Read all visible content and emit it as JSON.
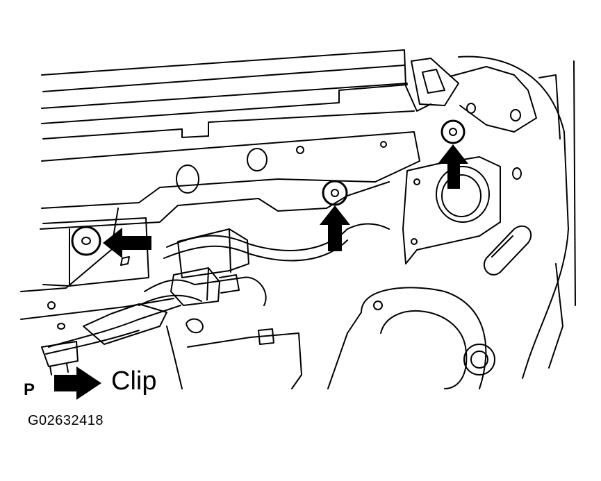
{
  "legend": {
    "letter": "P",
    "arrow_icon": "bold-right-arrow",
    "label": "Clip"
  },
  "figure_id": "G02632418",
  "callouts": {
    "count": 3,
    "icon": "bold-arrow",
    "target": "clip"
  },
  "colors": {
    "line": "#000000",
    "background": "#ffffff"
  }
}
